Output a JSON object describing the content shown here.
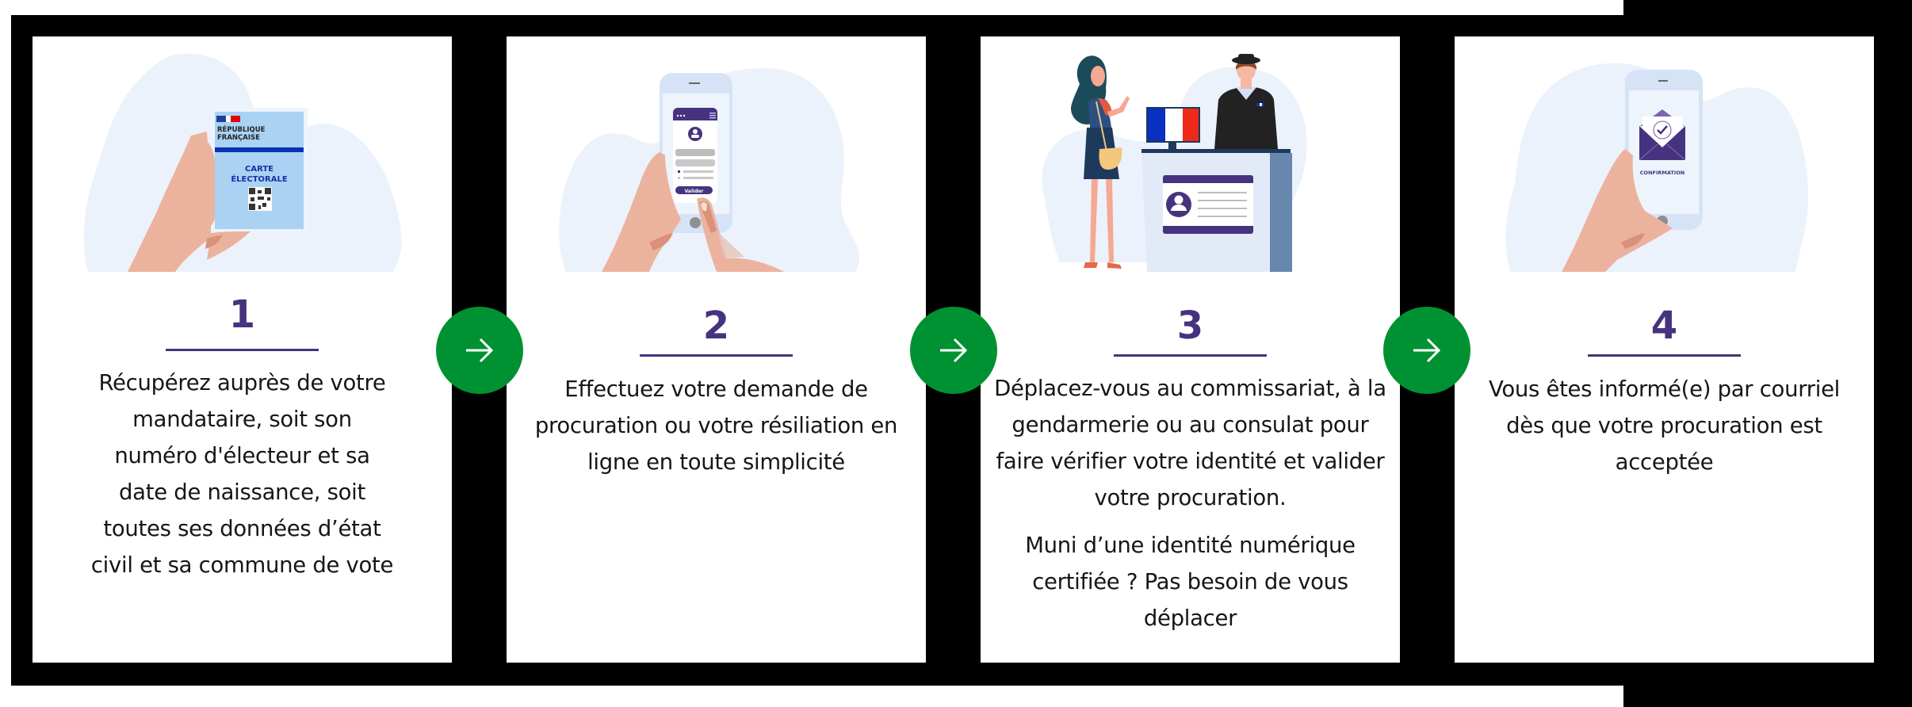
{
  "colors": {
    "accent_purple": "#46337f",
    "arrow_green": "#009232",
    "blob": "#ebf2fb",
    "frame": "#000000"
  },
  "steps": [
    {
      "number": "1",
      "illustration": "hand-holding-electoral-card",
      "card_labels": {
        "republic_line1": "RÉPUBLIQUE",
        "republic_line2": "FRANÇAISE",
        "title_line1": "CARTE",
        "title_line2": "ÉLECTORALE"
      },
      "paragraphs": [
        "Récupérez auprès de votre mandataire, soit son numéro d'électeur et sa date de naissance, soit toutes ses données d’état civil et sa commune de vote"
      ]
    },
    {
      "number": "2",
      "illustration": "hand-holding-phone-form",
      "phone_button": "Valider",
      "paragraphs": [
        "Effectuez votre demande de procuration ou votre résiliation en ligne en toute simplicité"
      ]
    },
    {
      "number": "3",
      "illustration": "police-desk-identity-check",
      "paragraphs": [
        "Déplacez-vous au commissariat, à la gendarmerie ou au consulat pour faire vérifier votre identité et valider votre procuration.",
        "Muni d’une identité numérique certifiée ? Pas besoin de vous déplacer"
      ]
    },
    {
      "number": "4",
      "illustration": "hand-holding-phone-confirmation",
      "phone_label": "CONFIRMATION",
      "paragraphs": [
        "Vous êtes informé(e) par courriel dès que votre procuration est acceptée"
      ]
    }
  ],
  "arrows": [
    {
      "icon": "arrow-right-icon"
    },
    {
      "icon": "arrow-right-icon"
    },
    {
      "icon": "arrow-right-icon"
    }
  ]
}
